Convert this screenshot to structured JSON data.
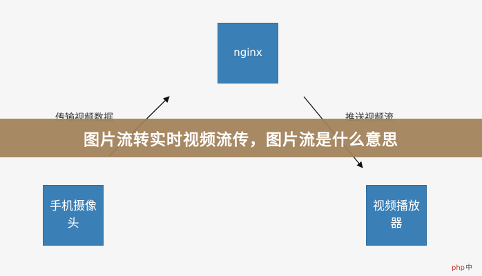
{
  "diagram": {
    "nodes": {
      "nginx": "nginx",
      "camera": "手机摄像头",
      "player": "视频播放器"
    },
    "edges": {
      "left_label": "传输视频数据",
      "right_label": "推送视频流"
    }
  },
  "banner": {
    "title": "图片流转实时视频流传，图片流是什么意思"
  },
  "colors": {
    "node_fill": "#3a7fb6",
    "banner_fill": "#a08058",
    "background": "#f6f6f6"
  }
}
